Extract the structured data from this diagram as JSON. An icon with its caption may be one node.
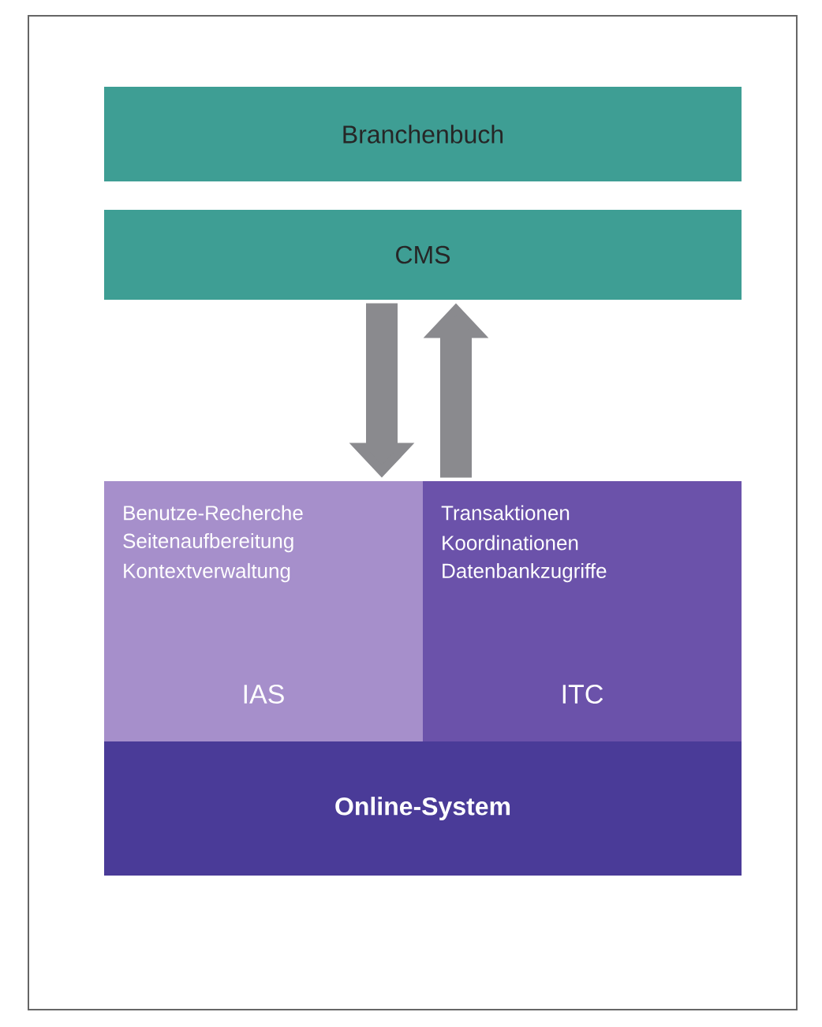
{
  "diagram": {
    "nodes": [
      {
        "text": [
          "Branchenbuch"
        ]
      },
      {
        "text": [
          "CMS"
        ]
      },
      {
        "text": [
          "Benutze-Recherche",
          "Seitenaufbereitung",
          "Kontextverwaltung",
          "IAS"
        ]
      },
      {
        "text": [
          "Transaktionen",
          "Koordinationen",
          "Datenbankzugriffe",
          "ITC"
        ]
      },
      {
        "text": [
          "Online-System"
        ]
      }
    ],
    "edges": [
      {
        "from": 1,
        "to": 2,
        "arrow": "to"
      },
      {
        "from": 3,
        "to": 1,
        "arrow": "to"
      }
    ]
  }
}
